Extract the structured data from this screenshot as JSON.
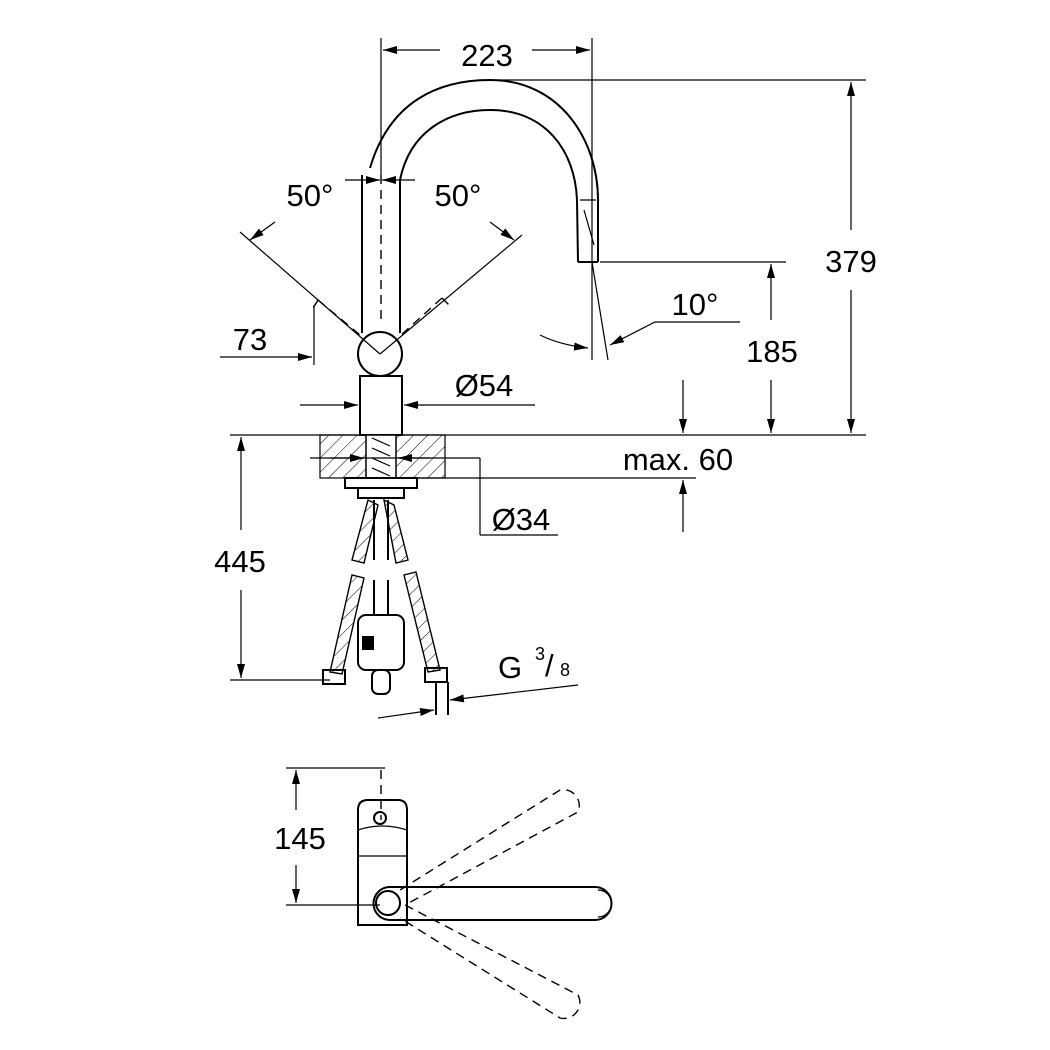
{
  "drawing": {
    "dimensions": {
      "width_spout": "223",
      "height_total": "379",
      "angle_left": "50°",
      "angle_right": "50°",
      "angle_spray": "10°",
      "lever_offset": "73",
      "height_outlet": "185",
      "body_diameter": "Ø54",
      "counter_max": "max. 60",
      "hole_diameter": "Ø34",
      "below_counter": "445",
      "thread_g": "G",
      "thread_num": "3",
      "thread_den": "8",
      "top_view_depth": "145"
    }
  }
}
